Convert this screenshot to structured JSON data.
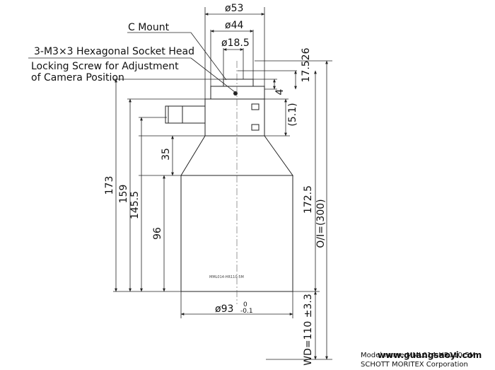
{
  "callouts": {
    "c_mount": "C Mount",
    "screw_line1": "3-M3×3 Hexagonal Socket Head",
    "screw_line2": "Locking Screw for Adjustment",
    "screw_line3": "of Camera Position"
  },
  "dimensions": {
    "d53": "ø53",
    "d44": "ø44",
    "d18_5": "ø18.5",
    "d93": "ø93",
    "d93_tol_upper": "0",
    "d93_tol_lower": "-0.1",
    "h17_526": "17.526",
    "h4": "4",
    "h5_1": "(5.1)",
    "h35": "35",
    "h96": "96",
    "h145_5": "145.5",
    "h159": "159",
    "h173": "173",
    "h172_5": "172.5",
    "oi": "O/I=(300)",
    "wd": "WD=110 ±3.3"
  },
  "lens_label": "MML014-HR110-5M",
  "footer": {
    "model": "Model name MML014-HR110-5M",
    "company": "SCHOTT MORITEX Corporation"
  },
  "watermark": "www.guangsaoyi.com"
}
